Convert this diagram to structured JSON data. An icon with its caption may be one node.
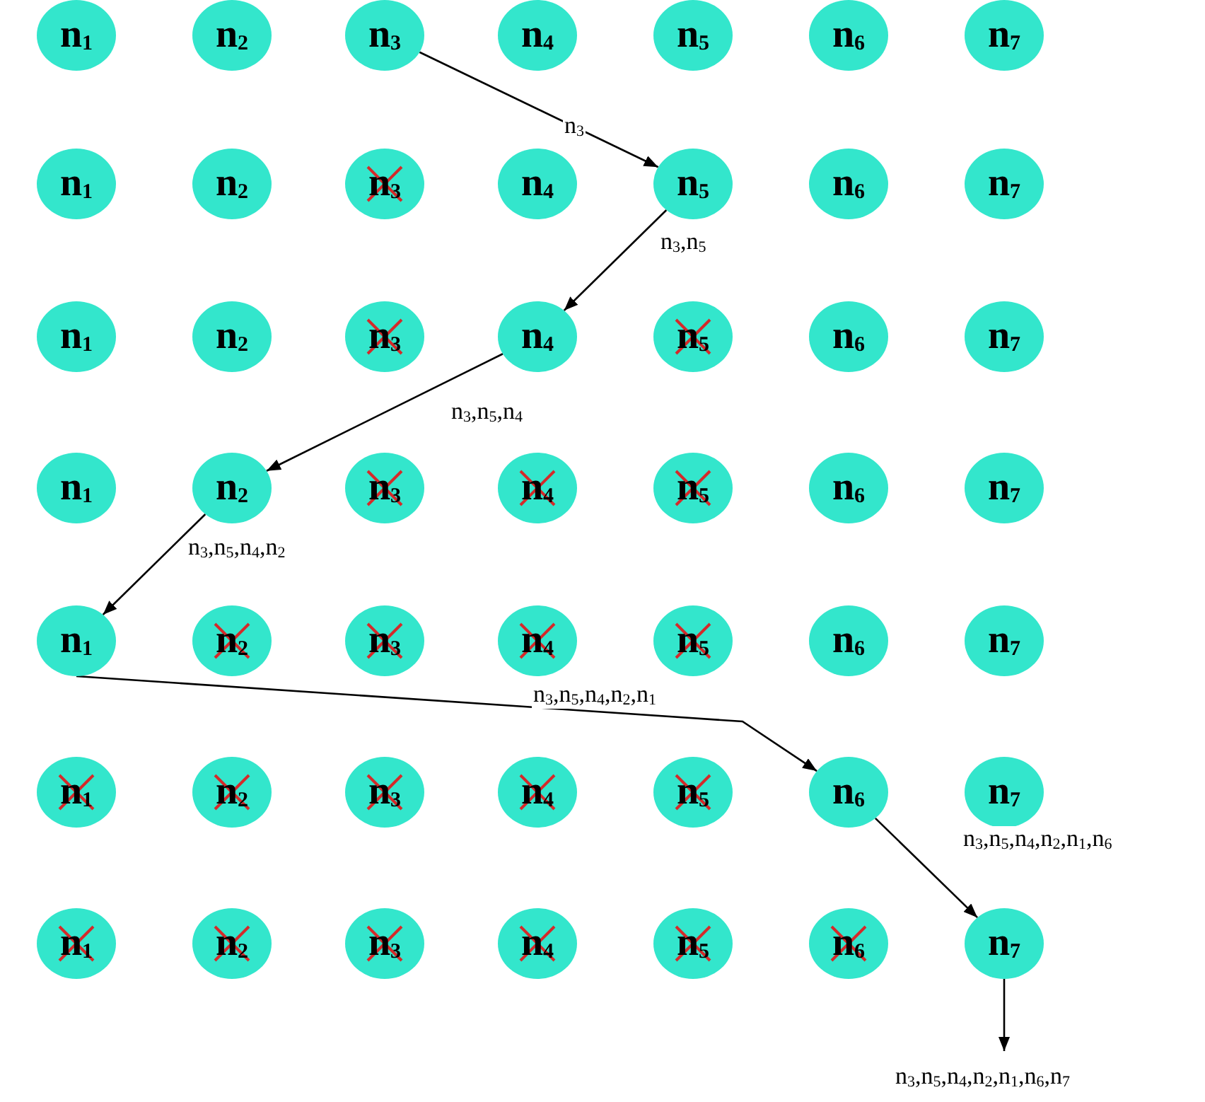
{
  "diagram": {
    "nodes": [
      {
        "text": [
          "n$_{1}$"
        ]
      },
      {
        "text": [
          "n$_{2}$"
        ]
      },
      {
        "text": [
          "n$_{3}$"
        ]
      },
      {
        "text": [
          "n$_{4}$"
        ]
      },
      {
        "text": [
          "n$_{5}$"
        ]
      },
      {
        "text": [
          "n$_{6}$"
        ]
      },
      {
        "text": [
          "n$_{7}$"
        ]
      },
      {
        "text": [
          "n$_{1}$"
        ]
      },
      {
        "text": [
          "n$_{2}$"
        ]
      },
      {
        "text": [
          "n$_{3}$"
        ]
      },
      {
        "text": [
          "n$_{4}$"
        ]
      },
      {
        "text": [
          "n$_{5}$"
        ]
      },
      {
        "text": [
          "n$_{6}$"
        ]
      },
      {
        "text": [
          "n$_{7}$"
        ]
      },
      {
        "text": [
          "n$_{1}$"
        ]
      },
      {
        "text": [
          "n$_{2}$"
        ]
      },
      {
        "text": [
          "n$_{3}$"
        ]
      },
      {
        "text": [
          "n$_{4}$"
        ]
      },
      {
        "text": [
          "n$_{5}$"
        ]
      },
      {
        "text": [
          "n$_{6}$"
        ]
      },
      {
        "text": [
          "n$_{7}$"
        ]
      },
      {
        "text": [
          "n$_{1}$"
        ]
      },
      {
        "text": [
          "n$_{2}$"
        ]
      },
      {
        "text": [
          "n$_{3}$"
        ]
      },
      {
        "text": [
          "n$_{4}$"
        ]
      },
      {
        "text": [
          "n$_{5}$"
        ]
      },
      {
        "text": [
          "n$_{6}$"
        ]
      },
      {
        "text": [
          "n$_{7}$"
        ]
      },
      {
        "text": [
          "n$_{1}$"
        ]
      },
      {
        "text": [
          "n$_{2}$"
        ]
      },
      {
        "text": [
          "n$_{3}$"
        ]
      },
      {
        "text": [
          "n$_{4}$"
        ]
      },
      {
        "text": [
          "n$_{5}$"
        ]
      },
      {
        "text": [
          "n$_{6}$"
        ]
      },
      {
        "text": [
          "n$_{7}$"
        ]
      },
      {
        "text": [
          "n$_{1}$"
        ]
      },
      {
        "text": [
          "n$_{2}$"
        ]
      },
      {
        "text": [
          "n$_{3}$"
        ]
      },
      {
        "text": [
          "n$_{4}$"
        ]
      },
      {
        "text": [
          "n$_{5}$"
        ]
      },
      {
        "text": [
          "n$_{6}$"
        ]
      },
      {
        "text": [
          "n$_{7}$"
        ]
      },
      {
        "text": [
          "n$_{1}$"
        ]
      },
      {
        "text": [
          "n$_{2}$"
        ]
      },
      {
        "text": [
          "n$_{3}$"
        ]
      },
      {
        "text": [
          "n$_{4}$"
        ]
      },
      {
        "text": [
          "n$_{5}$"
        ]
      },
      {
        "text": [
          "n$_{6}$"
        ]
      },
      {
        "text": [
          "n$_{7}$"
        ]
      }
    ],
    "edges": [
      {
        "from": 2,
        "to": 11,
        "arrow": "to",
        "label": "n$_{3}$"
      },
      {
        "from": 11,
        "to": 17,
        "arrow": "to",
        "label": "n$_{3}$,n$_{5}$"
      },
      {
        "from": 17,
        "to": 22,
        "arrow": "to",
        "label": "n$_{3}$,n$_{5}$,n$_{4}$"
      },
      {
        "from": 22,
        "to": 28,
        "arrow": "to",
        "label": "n$_{3}$,n$_{5}$,n$_{4}$,n$_{2}$"
      },
      {
        "from": 28,
        "to": 40,
        "arrow": "to",
        "label": "n$_{3}$,n$_{5}$,n$_{4}$,n$_{2}$,n$_{1}$"
      },
      {
        "from": 40,
        "to": 48,
        "arrow": "to",
        "label": "n$_{3}$,n$_{5}$,n$_{4}$,n$_{2}$,n$_{1}$,n$_{6}$"
      },
      {
        "from": 48,
        "to": null,
        "arrow": "to",
        "label": "n$_{3}$,n$_{5}$,n$_{4}$,n$_{2}$,n$_{1}$,n$_{6}$,n$_{7}$"
      }
    ]
  }
}
